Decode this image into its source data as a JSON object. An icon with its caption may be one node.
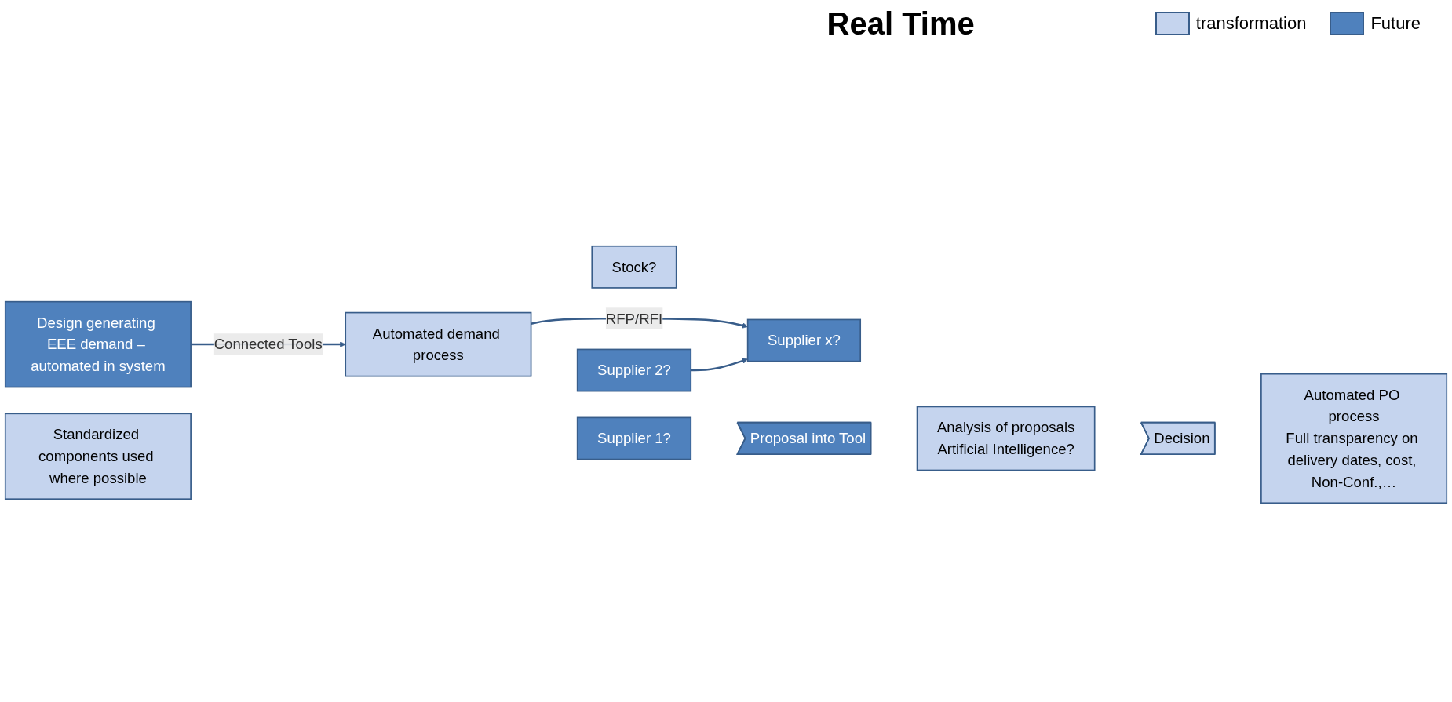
{
  "diagram": {
    "nodes": [
      {
        "text": [
          "Design generating EEE demand – automated in system"
        ]
      },
      {
        "text": [
          "Standardized components used where possible"
        ]
      },
      {
        "text": [
          "Automated demand process"
        ]
      },
      {
        "text": [
          "Stock?"
        ]
      },
      {
        "text": [
          "Supplier 1?"
        ]
      },
      {
        "text": [
          "Supplier 2?"
        ]
      },
      {
        "text": [
          "Supplier x?"
        ]
      },
      {
        "text": [
          "Proposal into Tool"
        ]
      },
      {
        "text": [
          "Analysis of proposals",
          "Artificial Intelligence?"
        ]
      },
      {
        "text": [
          "Decision"
        ]
      },
      {
        "text": [
          "Automated PO process",
          "Full transparency on delivery dates, cost, Non-Conf.,…"
        ]
      }
    ],
    "edges": [
      {
        "from": 0,
        "to": 2,
        "label": "Connected Tools",
        "arrow": "to"
      },
      {
        "from": 2,
        "to": 6,
        "label": "RFP/RFI",
        "arrow": "to"
      },
      {
        "from": 5,
        "to": 6,
        "arrow": "to"
      }
    ],
    "labels": [
      "Real Time"
    ],
    "legend": [
      {
        "text": "transformation",
        "color": "#c5d4ee"
      },
      {
        "text": "Future",
        "color": "#4f81bd"
      }
    ]
  }
}
